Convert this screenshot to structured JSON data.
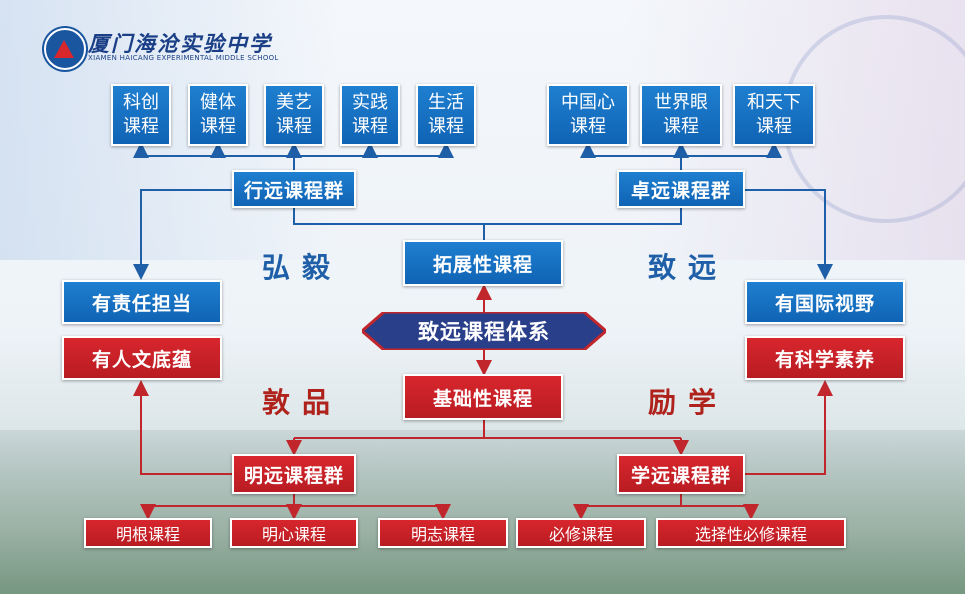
{
  "school": {
    "name_cn": "厦门海沧实验中学",
    "name_en": "XIAMEN HAICANG EXPERIMENTAL MIDDLE SCHOOL"
  },
  "colors": {
    "blue": "#1063b4",
    "red": "#b81c22",
    "label_blue": "#1e5fa8",
    "label_red": "#b0231d"
  },
  "top_left_courses": [
    "科创\n课程",
    "健体\n课程",
    "美艺\n课程",
    "实践\n课程",
    "生活\n课程"
  ],
  "top_right_courses": [
    "中国心\n课程",
    "世界眼\n课程",
    "和天下\n课程"
  ],
  "groups": {
    "xingyuan": "行远课程群",
    "zhuoyuan": "卓远课程群",
    "mingyuan": "明远课程群",
    "xueyuan": "学远课程群"
  },
  "center": {
    "extended": "拓展性课程",
    "system": "致远课程体系",
    "basic": "基础性课程"
  },
  "mottos": {
    "top_left": "弘毅",
    "top_right": "致远",
    "bottom_left": "敦品",
    "bottom_right": "励学"
  },
  "qualities": {
    "responsibility": "有责任担当",
    "humanities": "有人文底蕴",
    "global_vision": "有国际视野",
    "science": "有科学素养"
  },
  "bottom_courses": [
    "明根课程",
    "明心课程",
    "明志课程",
    "必修课程",
    "选择性必修课程"
  ]
}
